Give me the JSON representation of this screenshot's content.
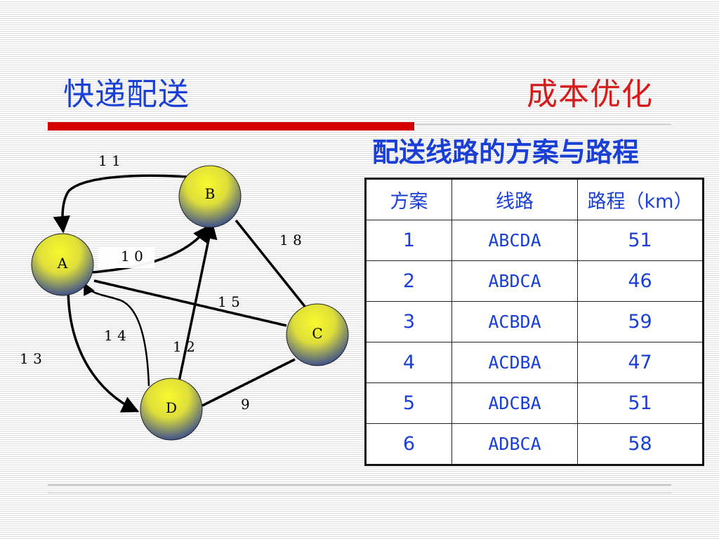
{
  "header": {
    "title_left": "快递配送",
    "title_right": "成本优化"
  },
  "diagram": {
    "nodes": {
      "A": "A",
      "B": "B",
      "C": "C",
      "D": "D"
    },
    "edge_labels": {
      "BA": "1 1",
      "AB": "1 0",
      "BC": "1 8",
      "AC": "1 5",
      "DA_curve": "1 4",
      "DB": "1 2",
      "AD": "1 3",
      "DC": "9"
    }
  },
  "table": {
    "title": "配送线路的方案与路程",
    "headers": [
      "方案",
      "线路",
      "路程（km）"
    ],
    "rows": [
      [
        "1",
        "ABCDA",
        "51"
      ],
      [
        "2",
        "ABDCA",
        "46"
      ],
      [
        "3",
        "ACBDA",
        "59"
      ],
      [
        "4",
        "ACDBA",
        "47"
      ],
      [
        "5",
        "ADCBA",
        "51"
      ],
      [
        "6",
        "ADBCA",
        "58"
      ]
    ]
  },
  "colors": {
    "title_blue": "#1a3fd6",
    "title_red": "#d71a1a",
    "accent_bar": "#d40000",
    "node_top": "#f7f72a",
    "node_bottom": "#2a3f96"
  }
}
